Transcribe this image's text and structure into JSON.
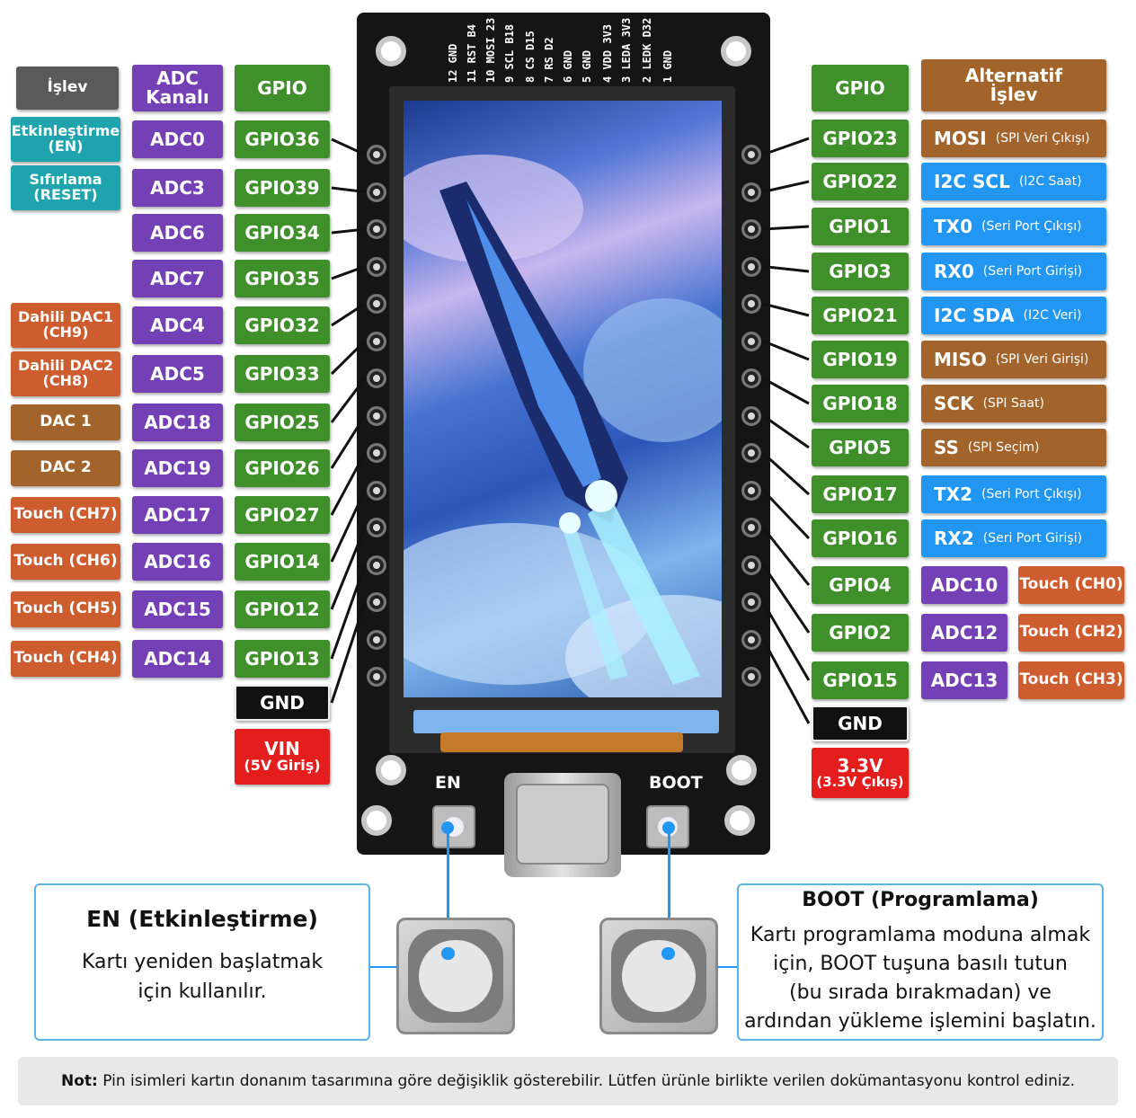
{
  "silkscreen": [
    "12 GND",
    "11 RST B4",
    "10 MOSI 23",
    "9 SCL B18",
    "8 CS D15",
    "7 RS D2",
    "6 GND",
    "5 GND",
    "4 VDD 3V3",
    "3 LEDA 3V3",
    "2 LEDK D32",
    "1 GND"
  ],
  "headers_left": {
    "func": "İşlev",
    "adc": [
      "ADC",
      "Kanalı"
    ],
    "gpio": "GPIO"
  },
  "headers_right": {
    "gpio": "GPIO",
    "alt": [
      "Alternatif",
      "İşlev"
    ]
  },
  "left_func": [
    {
      "row": 0,
      "lines": [
        "Etkinleştirme",
        "(EN)"
      ],
      "color": "teal"
    },
    {
      "row": 1,
      "lines": [
        "Sıfırlama",
        "(RESET)"
      ],
      "color": "teal"
    },
    {
      "row": 4,
      "lines": [
        "Dahili DAC1",
        "(CH9)"
      ],
      "color": "orange"
    },
    {
      "row": 5,
      "lines": [
        "Dahili DAC2",
        "(CH8)"
      ],
      "color": "orange"
    },
    {
      "row": 6,
      "lines": [
        "DAC 1"
      ],
      "color": "brown"
    },
    {
      "row": 7,
      "lines": [
        "DAC 2"
      ],
      "color": "brown"
    },
    {
      "row": 8,
      "lines": [
        "Touch (CH7)"
      ],
      "color": "orange"
    },
    {
      "row": 9,
      "lines": [
        "Touch (CH6)"
      ],
      "color": "orange"
    },
    {
      "row": 10,
      "lines": [
        "Touch (CH5)"
      ],
      "color": "orange"
    },
    {
      "row": 11,
      "lines": [
        "Touch (CH4)"
      ],
      "color": "orange"
    }
  ],
  "left_adc": [
    "ADC0",
    "ADC3",
    "ADC6",
    "ADC7",
    "ADC4",
    "ADC5",
    "ADC18",
    "ADC19",
    "ADC17",
    "ADC16",
    "ADC15",
    "ADC14"
  ],
  "left_gpio": [
    "GPIO36",
    "GPIO39",
    "GPIO34",
    "GPIO35",
    "GPIO32",
    "GPIO33",
    "GPIO25",
    "GPIO26",
    "GPIO27",
    "GPIO14",
    "GPIO12",
    "GPIO13"
  ],
  "left_power": {
    "gnd": "GND",
    "vin": [
      "VIN",
      "(5V Giriş)"
    ]
  },
  "right_gpio": [
    "GPIO23",
    "GPIO22",
    "GPIO1",
    "GPIO3",
    "GPIO21",
    "GPIO19",
    "GPIO18",
    "GPIO5",
    "GPIO17",
    "GPIO16",
    "GPIO4",
    "GPIO2",
    "GPIO15"
  ],
  "right_alt": [
    {
      "main": "MOSI",
      "sub": "(SPI Veri Çıkışı)",
      "color": "brown"
    },
    {
      "main": "I2C SCL",
      "sub": "(I2C Saat)",
      "color": "blue"
    },
    {
      "main": "TX0",
      "sub": "(Seri Port Çıkışı)",
      "color": "blue"
    },
    {
      "main": "RX0",
      "sub": "(Seri Port Girişi)",
      "color": "blue"
    },
    {
      "main": "I2C SDA",
      "sub": "(I2C Veri)",
      "color": "blue"
    },
    {
      "main": "MISO",
      "sub": "(SPI Veri Girişi)",
      "color": "brown"
    },
    {
      "main": "SCK",
      "sub": "(SPI Saat)",
      "color": "brown"
    },
    {
      "main": "SS",
      "sub": "(SPI Seçim)",
      "color": "brown"
    },
    {
      "main": "TX2",
      "sub": "(Seri Port Çıkışı)",
      "color": "blue"
    },
    {
      "main": "RX2",
      "sub": "(Seri Port Girişi)",
      "color": "blue"
    }
  ],
  "right_adc_touch": [
    {
      "adc": "ADC10",
      "touch": "Touch (CH0)"
    },
    {
      "adc": "ADC12",
      "touch": "Touch (CH2)"
    },
    {
      "adc": "ADC13",
      "touch": "Touch (CH3)"
    }
  ],
  "right_power": {
    "gnd": "GND",
    "v33": [
      "3.3V",
      "(3.3V Çıkış)"
    ]
  },
  "button_labels": {
    "en": "EN",
    "boot": "BOOT"
  },
  "en_box": {
    "title": "EN (Etkinleştirme)",
    "text": [
      "Kartı yeniden başlatmak",
      "için kullanılır."
    ]
  },
  "boot_box": {
    "title": "BOOT (Programlama)",
    "text": [
      "Kartı programlama moduna almak",
      "için, BOOT tuşuna basılı tutun",
      "(bu sırada bırakmadan) ve",
      "ardından yükleme işlemini başlatın."
    ]
  },
  "note": {
    "bold": "Not:",
    "text": " Pin isimleri kartın donanım tasarımına göre değişiklik gösterebilir. Lütfen ürünle birlikte verilen dokümantasyonu kontrol ediniz."
  }
}
